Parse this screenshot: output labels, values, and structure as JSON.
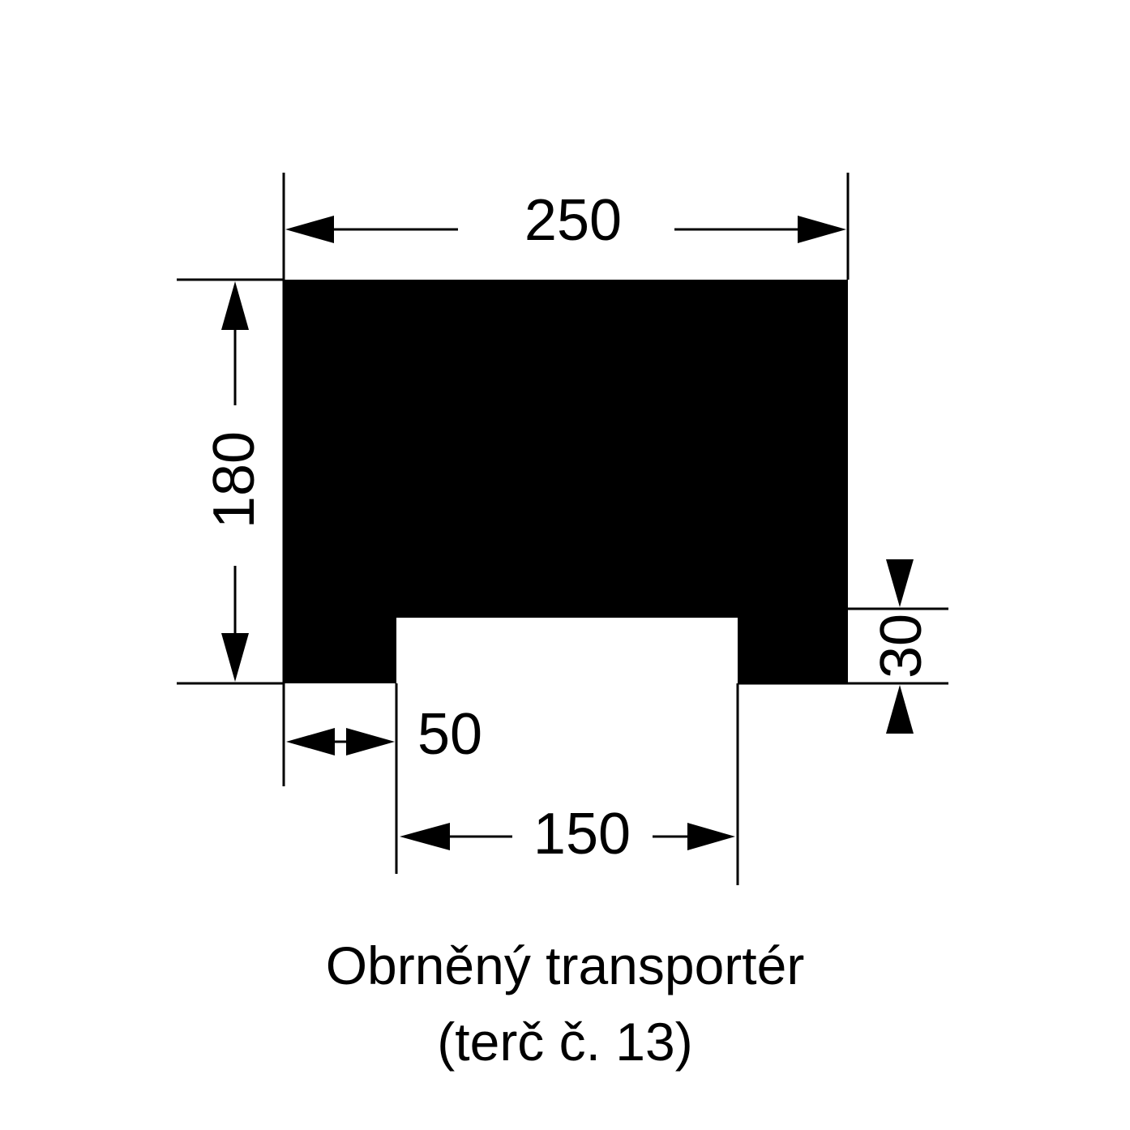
{
  "dimensions": {
    "width": "250",
    "height": "180",
    "notch_depth": "30",
    "side_offset": "50",
    "notch_width": "150"
  },
  "caption": {
    "line1": "Obrněný transportér",
    "line2": "(terč č. 13)"
  },
  "colors": {
    "target_fill": "#000000",
    "background": "#ffffff"
  }
}
